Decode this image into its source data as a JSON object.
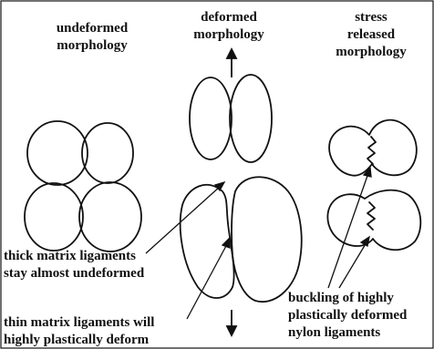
{
  "headings": {
    "undeformed": [
      "undeformed",
      "morphology"
    ],
    "deformed": [
      "deformed",
      "morphology"
    ],
    "released": [
      "stress",
      "released",
      "morphology"
    ]
  },
  "annotations": {
    "thick": [
      "thick matrix ligaments",
      "stay almost undeformed"
    ],
    "thin": [
      "thin matrix ligaments will",
      "highly plastically deform"
    ],
    "buckling": [
      "buckling of highly",
      "plastically deformed",
      "nylon ligaments"
    ]
  },
  "colors": {
    "ink": "#111111",
    "background": "#ffffff"
  }
}
